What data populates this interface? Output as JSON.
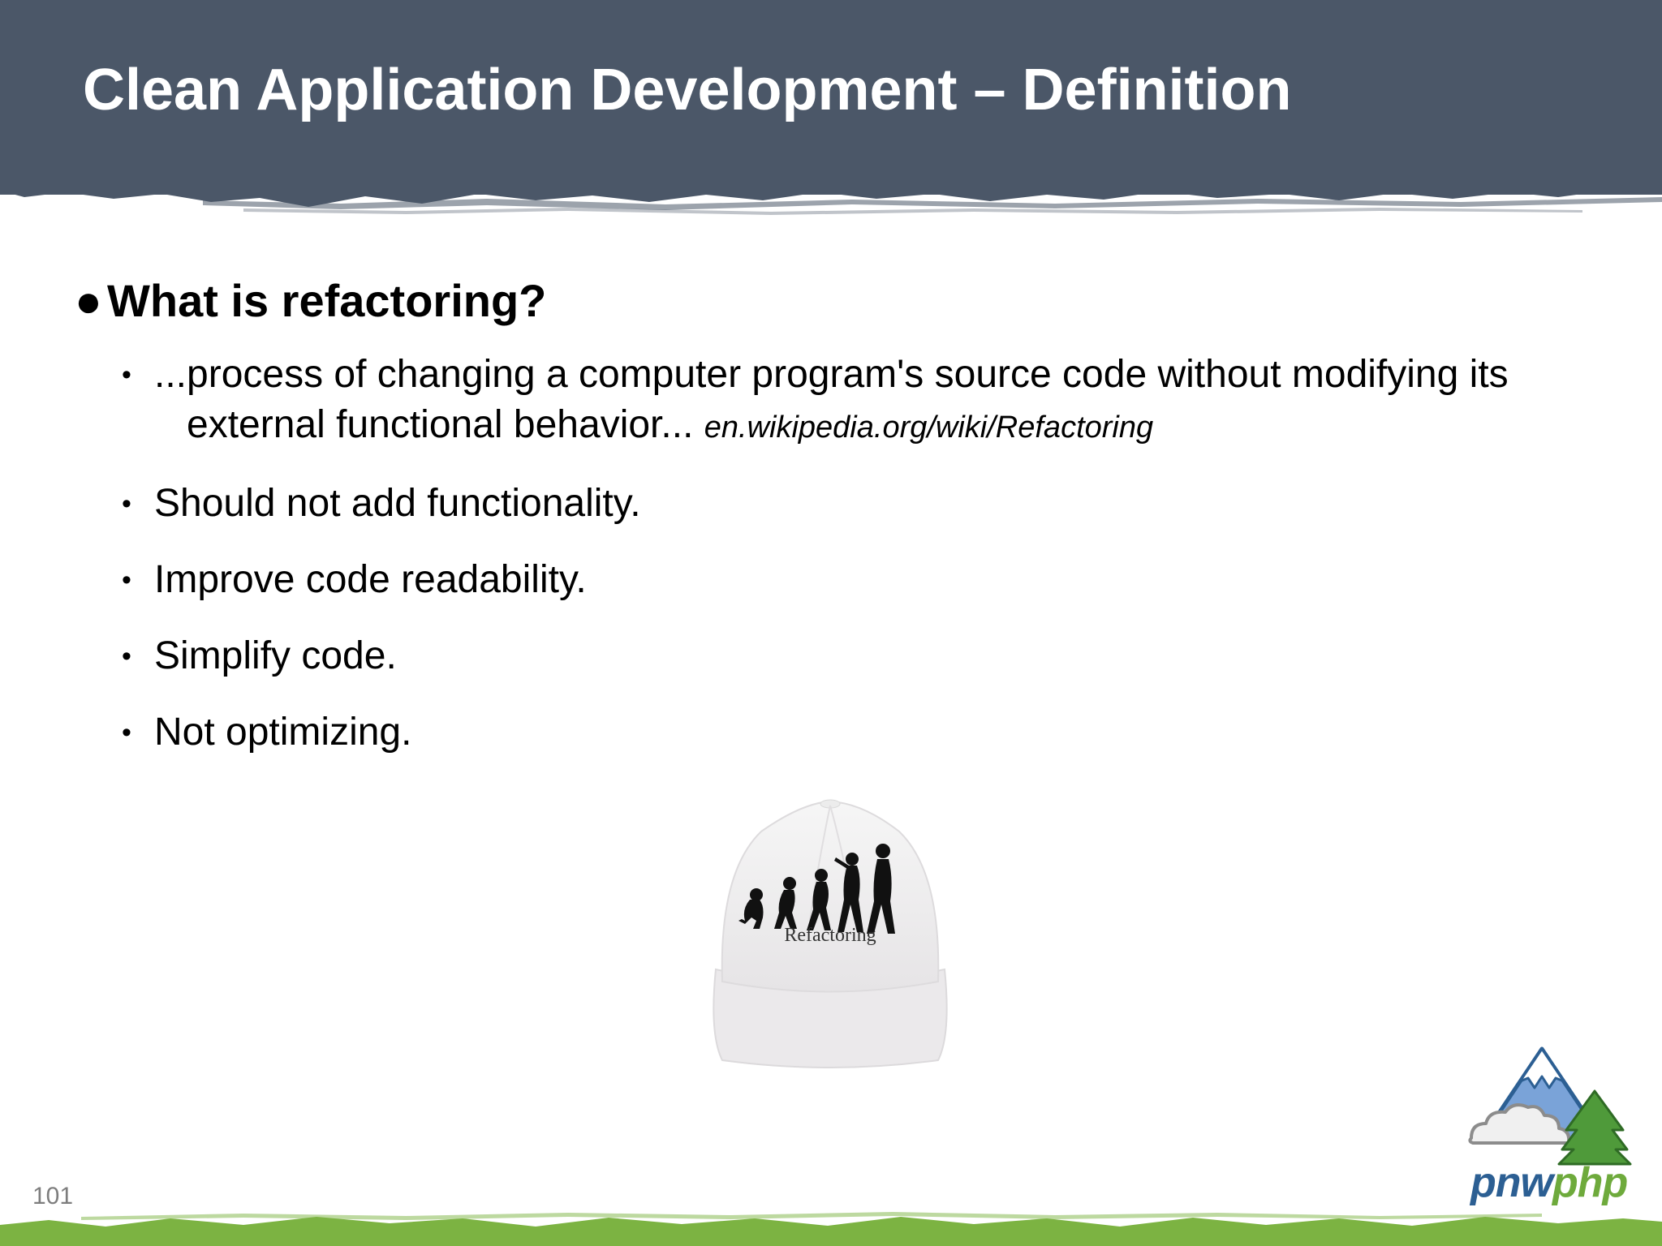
{
  "slide": {
    "title": "Clean Application Development – Definition",
    "bullet": {
      "text": "What is refactoring?",
      "subitems": [
        {
          "line1": "...process of changing a computer program's source code without modifying its",
          "line2": "external functional behavior...",
          "citation": "en.wikipedia.org/wiki/Refactoring"
        },
        {
          "text": "Should not add functionality."
        },
        {
          "text": "Improve code readability."
        },
        {
          "text": "Simplify code."
        },
        {
          "text": "Not optimizing."
        }
      ]
    },
    "image": {
      "subject": "white cap with evolution silhouettes",
      "caption": "Refactoring"
    },
    "logo": {
      "part1": "pnw",
      "part2": "php"
    },
    "page_number": "101"
  },
  "colors": {
    "header_bg": "#4b5768",
    "footer_green": "#7cb342",
    "logo_blue": "#2c5f93",
    "logo_green": "#6eaa3c"
  }
}
